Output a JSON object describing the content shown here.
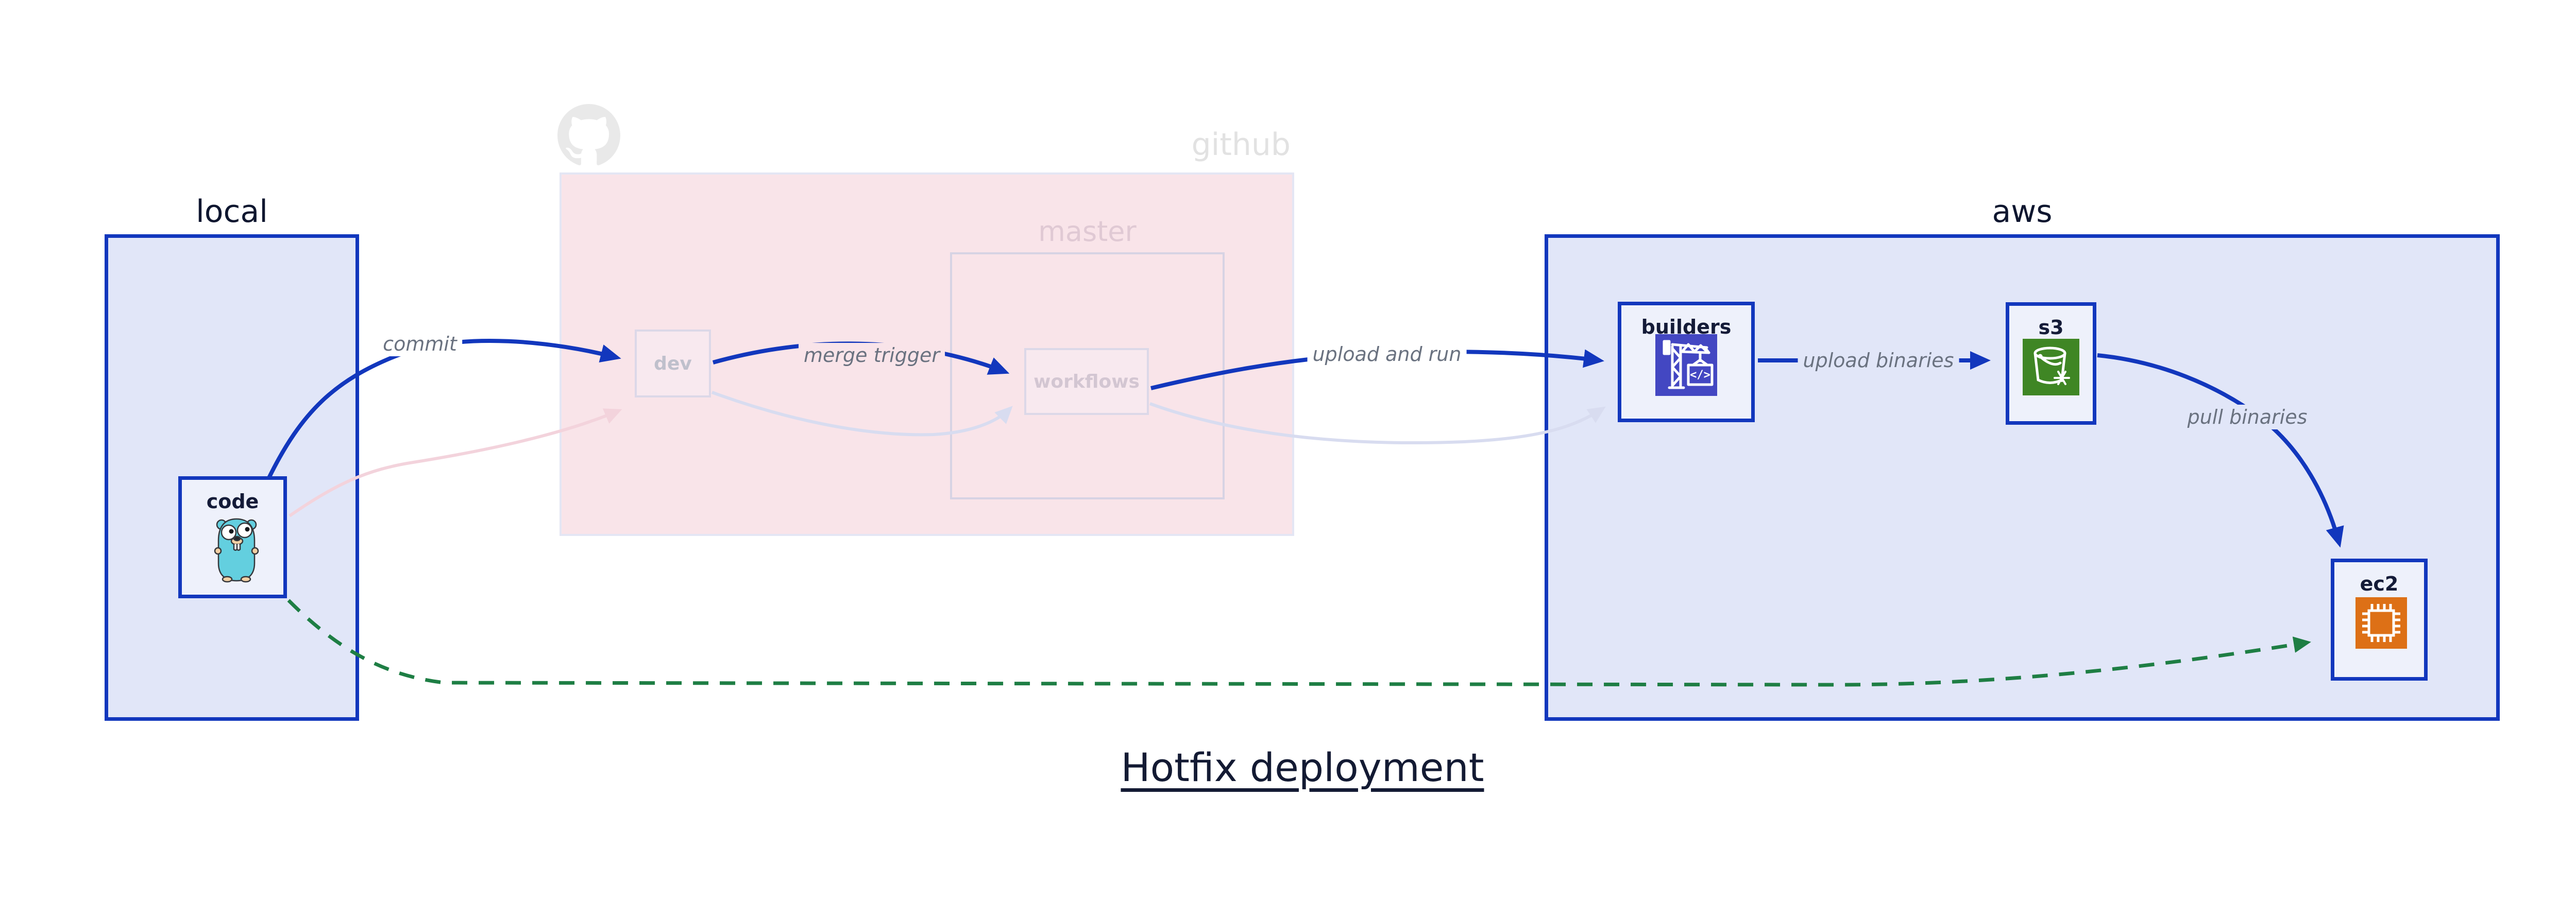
{
  "title": "Hotfix deployment",
  "groups": {
    "local": {
      "label": "local"
    },
    "github": {
      "label": "github",
      "branch_label": "master"
    },
    "aws": {
      "label": "aws"
    }
  },
  "nodes": {
    "code": {
      "label": "code",
      "icon": "go-gopher-icon"
    },
    "dev": {
      "label": "dev"
    },
    "workflows": {
      "label": "workflows"
    },
    "builders": {
      "label": "builders",
      "icon": "codebuild-crane-icon"
    },
    "s3": {
      "label": "s3",
      "icon": "s3-bucket-icon"
    },
    "ec2": {
      "label": "ec2",
      "icon": "ec2-chip-icon"
    }
  },
  "edges": {
    "commit": {
      "label": "commit",
      "from": "code",
      "to": "dev",
      "style": "solid-blue"
    },
    "merge_trigger": {
      "label": "merge trigger",
      "from": "dev",
      "to": "workflows",
      "style": "solid-blue"
    },
    "upload_and_run": {
      "label": "upload and run",
      "from": "workflows",
      "to": "builders",
      "style": "solid-blue"
    },
    "upload_binaries": {
      "label": "upload binaries",
      "from": "builders",
      "to": "s3",
      "style": "solid-blue"
    },
    "pull_binaries": {
      "label": "pull binaries",
      "from": "s3",
      "to": "ec2",
      "style": "solid-blue"
    },
    "hotfix_direct": {
      "from": "code",
      "to": "ec2",
      "style": "dashed-green"
    },
    "code_to_dev_faded": {
      "from": "code",
      "to": "dev",
      "style": "faded-pink"
    },
    "dev_to_workflows_faded": {
      "from": "dev",
      "to": "workflows",
      "style": "faded-lavender"
    },
    "workflows_to_builders_faded": {
      "from": "workflows",
      "to": "builders",
      "style": "faded-lavender"
    }
  },
  "colors": {
    "accent_blue": "#1237bd",
    "group_fill": "#e1e6f8",
    "node_fill": "#eef1fb",
    "github_fill": "#f9e4e9",
    "faded_node_fill": "#f8e9ef",
    "faded_node_border": "#dcd8e8",
    "edge_label_gray": "#6a7280",
    "hotfix_green": "#1e7e44",
    "faded_pink_edge": "#f3d3dc",
    "faded_lavender_edge": "#d8dcf0",
    "dark_navy": "#141b38",
    "builders_icon_bg": "#4347c2",
    "s3_icon_bg": "#3f8624",
    "ec2_icon_bg": "#dd7016",
    "octocat_gray": "#e9e9e9",
    "gopher_teal": "#63cfdf"
  }
}
